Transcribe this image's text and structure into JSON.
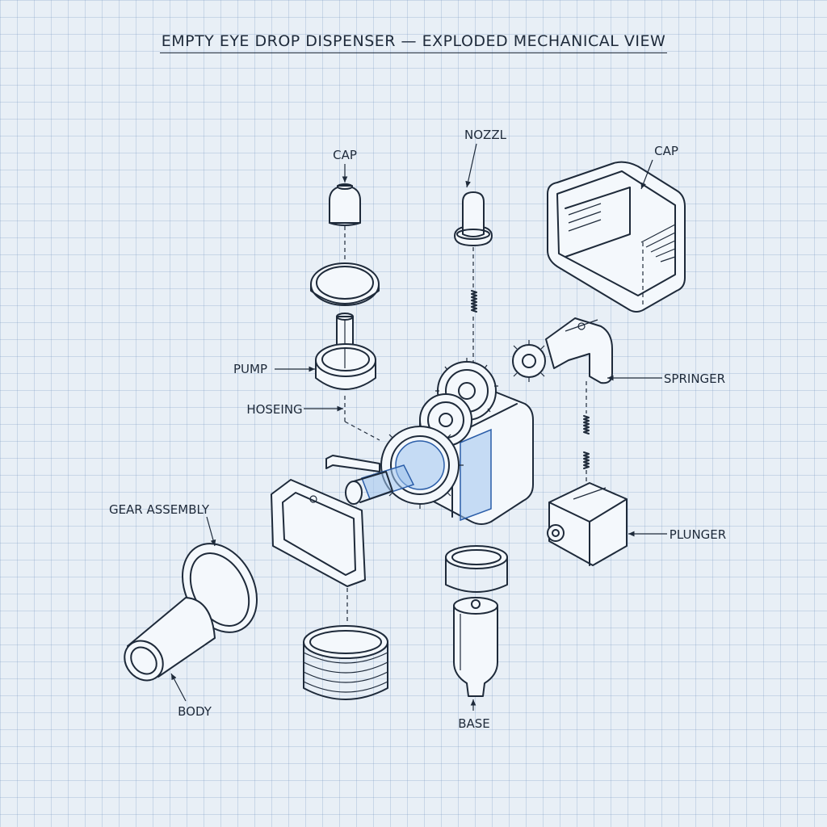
{
  "title": "EMPTY EYE DROP DISPENSER — EXPLODED MECHANICAL VIEW",
  "labels": {
    "cap_left": "CAP",
    "nozzle": "NOZZL",
    "cap_right": "CAP",
    "pump": "PUMP",
    "housing": "HOSEING",
    "springer": "SPRINGER",
    "gear_assembly": "GEAR ASSEMBLY",
    "plunger": "PLUNGER",
    "body": "BODY",
    "base": "BASE"
  }
}
